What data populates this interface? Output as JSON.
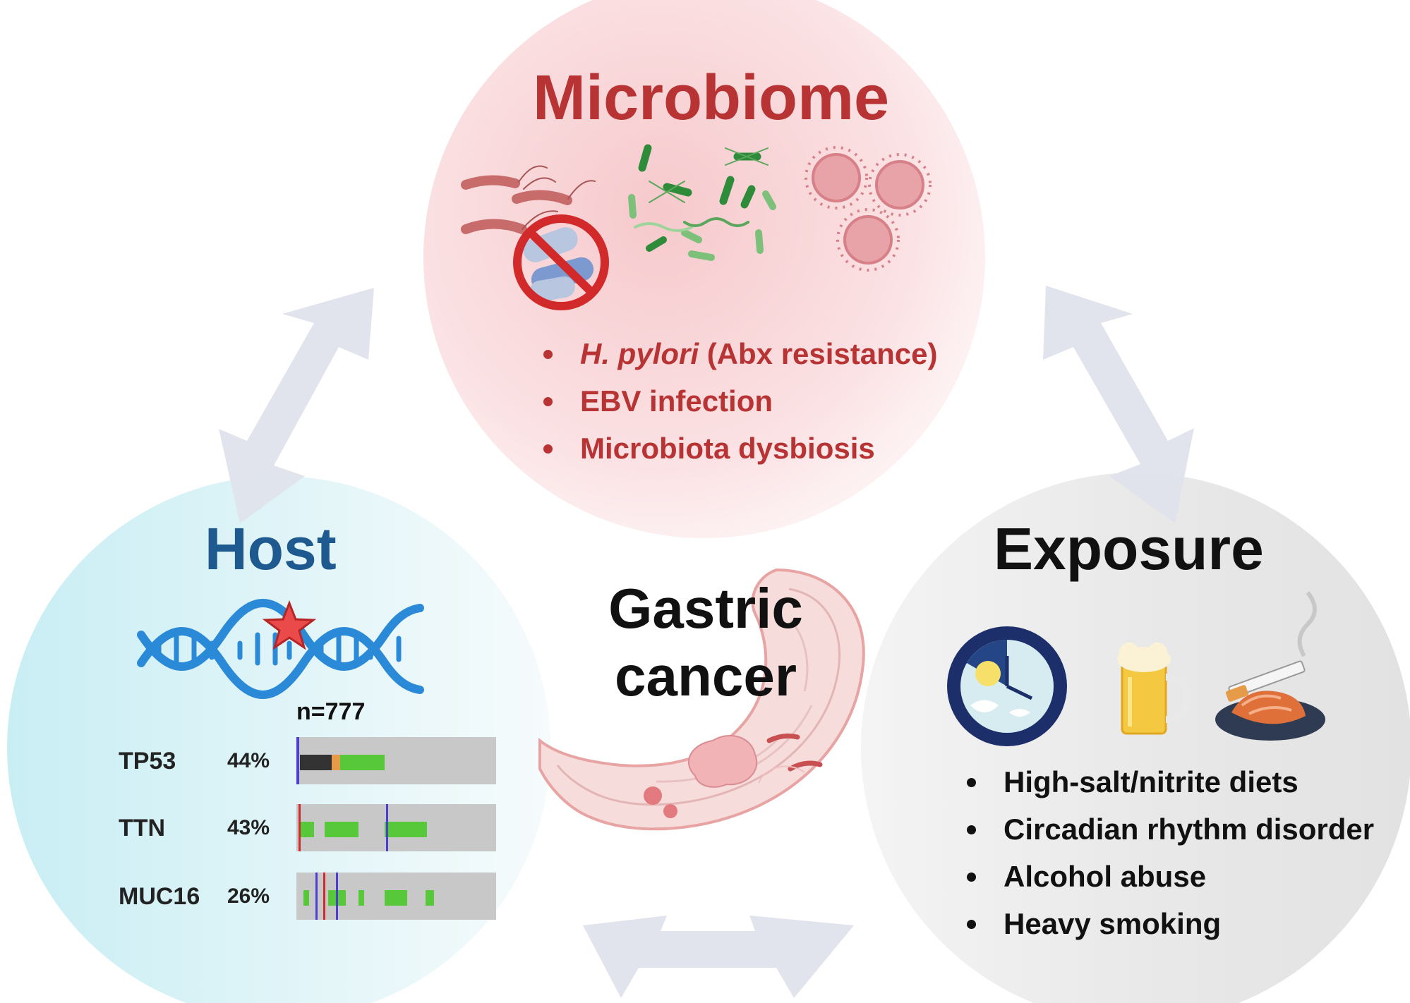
{
  "microbiome": {
    "title": "Microbiome",
    "items": [
      {
        "italic": "H. pylori",
        "rest": " (Abx resistance)"
      },
      {
        "italic": "",
        "rest": "EBV infection"
      },
      {
        "italic": "",
        "rest": "Microbiota dysbiosis"
      }
    ],
    "icons": [
      "h-pylori-bacteria-icon",
      "antibiotic-prohibited-icon",
      "microbiota-icon",
      "virus-icon"
    ]
  },
  "host": {
    "title": "Host",
    "sample_count": "n=777",
    "genes": [
      {
        "name": "TP53",
        "percent": "44%"
      },
      {
        "name": "TTN",
        "percent": "43%"
      },
      {
        "name": "MUC16",
        "percent": "26%"
      }
    ],
    "icons": [
      "dna-helix-icon",
      "mutation-star-icon"
    ]
  },
  "center": {
    "title_line1": "Gastric",
    "title_line2": "cancer",
    "icon": "stomach-icon"
  },
  "exposure": {
    "title": "Exposure",
    "items": [
      "High-salt/nitrite diets",
      "Circadian rhythm disorder",
      "Alcohol abuse",
      "Heavy smoking"
    ],
    "icons": [
      "circadian-clock-icon",
      "beer-mug-icon",
      "cigarette-icon",
      "kimchi-dish-icon"
    ]
  },
  "colors": {
    "microbiome_red": "#b83434",
    "host_blue": "#1e5a8f",
    "dna_blue": "#2b8ad8",
    "arrow_gray": "#dfe3ec",
    "mutation_green": "#56c83a"
  }
}
